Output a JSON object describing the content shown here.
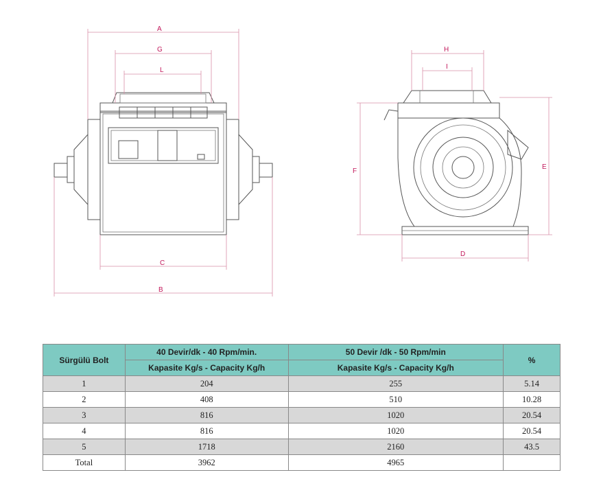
{
  "drawing": {
    "labels": {
      "A": "A",
      "B": "B",
      "C": "C",
      "D": "D",
      "E": "E",
      "F": "F",
      "G": "G",
      "H": "H",
      "I": "I",
      "L": "L"
    },
    "colors": {
      "dimension": "#c2185b",
      "outline": "#555555"
    }
  },
  "table": {
    "header": {
      "col1": "Sürgülü Bolt",
      "col2_line1": "40 Devir/dk - 40 Rpm/min.",
      "col2_line2": "Kapasite Kg/s - Capacity Kg/h",
      "col3_line1": "50 Devir /dk - 50 Rpm/min",
      "col3_line2": "Kapasite Kg/s - Capacity Kg/h",
      "col4": "%"
    },
    "rows": [
      {
        "bolt": "1",
        "c40": "204",
        "c50": "255",
        "pct": "5.14"
      },
      {
        "bolt": "2",
        "c40": "408",
        "c50": "510",
        "pct": "10.28"
      },
      {
        "bolt": "3",
        "c40": "816",
        "c50": "1020",
        "pct": "20.54"
      },
      {
        "bolt": "4",
        "c40": "816",
        "c50": "1020",
        "pct": "20.54"
      },
      {
        "bolt": "5",
        "c40": "1718",
        "c50": "2160",
        "pct": "43.5"
      },
      {
        "bolt": "Total",
        "c40": "3962",
        "c50": "4965",
        "pct": ""
      }
    ],
    "colors": {
      "header_bg": "#7ecac2",
      "shade_bg": "#d8d8d8"
    }
  }
}
